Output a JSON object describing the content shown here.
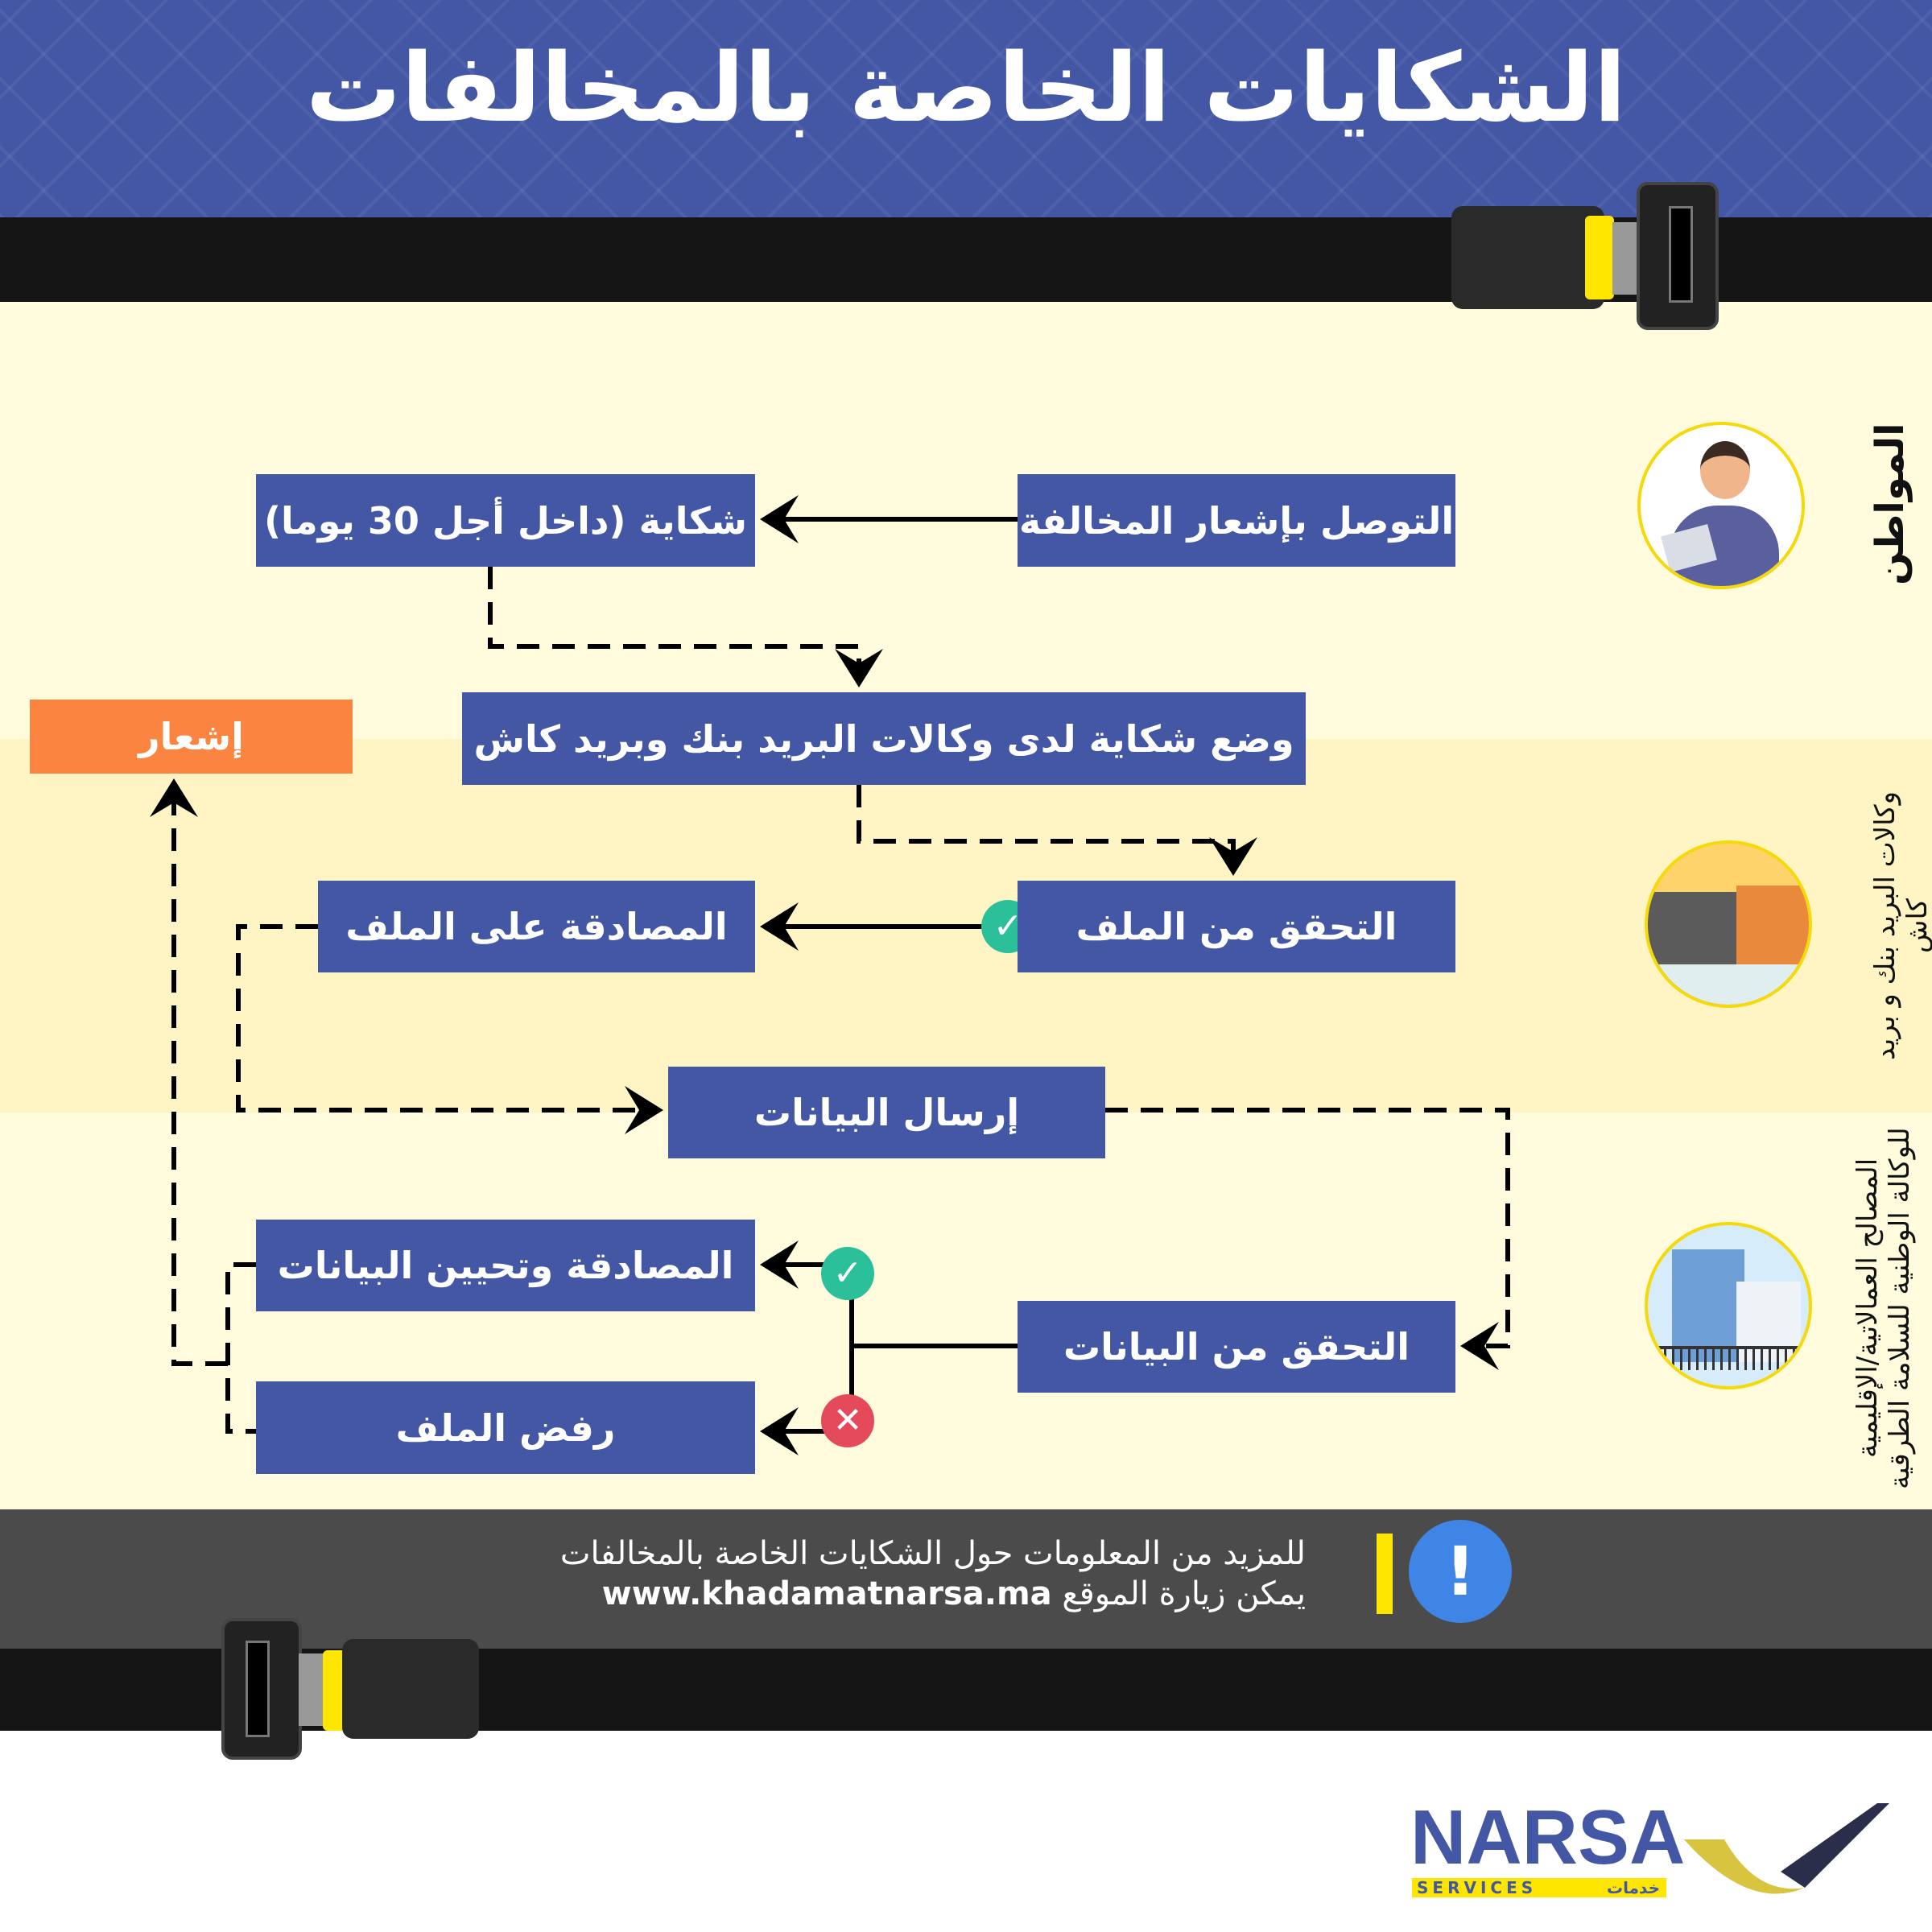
{
  "header": {
    "title": "الشكايات الخاصة بالمخالفات"
  },
  "lanes": [
    {
      "label": "المواطن",
      "icon": "citizen-icon"
    },
    {
      "label": "وكالات البريد بنك و بريد كاش",
      "icon": "post-agency-icon"
    },
    {
      "label_line1": "المصالح العمالاتية/الإقليمية",
      "label_line2": "للوكالة الوطنية للسلامة الطرقية",
      "icon": "narsa-building-icon"
    }
  ],
  "steps": {
    "receive_notice": "التوصل بإشعار المخالفة",
    "complaint": "شكاية (داخل أجل 30 يوما)",
    "submit": "وضع شكاية لدى وكالات البريد بنك وبريد كاش",
    "notification": "إشعار",
    "verify_file": "التحقق من الملف",
    "approve_file": "المصادقة على الملف",
    "send_data": "إرسال البيانات",
    "verify_data": "التحقق من البيانات",
    "approve_update": "المصادقة وتحيين البيانات",
    "reject": "رفض الملف"
  },
  "footer": {
    "line1": "للمزيد من المعلومات حول الشكايات الخاصة بالمخالفات",
    "line2_prefix": "يمكن زيارة الموقع",
    "url": "www.khadamatnarsa.ma"
  },
  "logo": {
    "name": "NARSA",
    "services": "SERVICES",
    "arabic": "خدمات"
  },
  "colors": {
    "blue": "#4357a5",
    "orange": "#fb8440",
    "yellow": "#ffe600",
    "green": "#2bbf9a",
    "red": "#e54a5a"
  }
}
